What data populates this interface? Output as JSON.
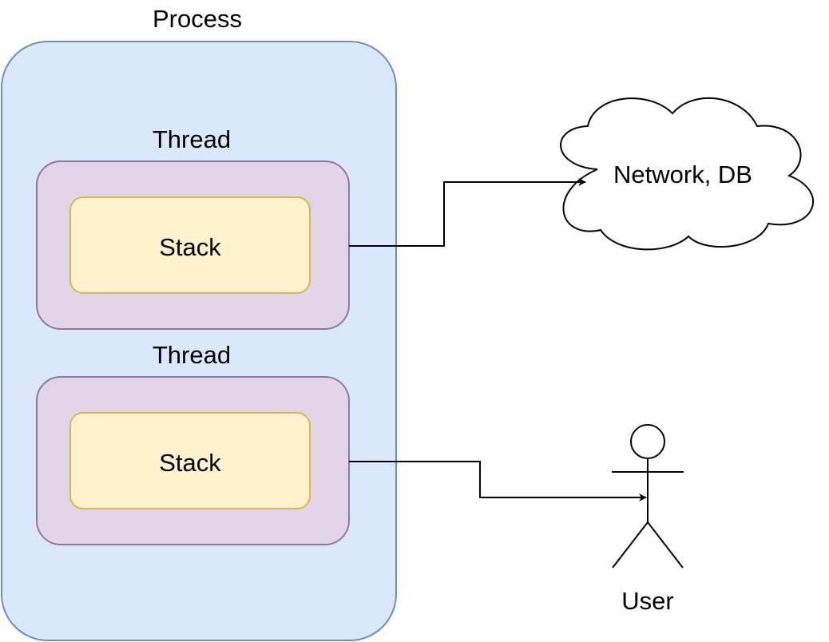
{
  "process": {
    "title": "Process",
    "fill": "#dae8fc",
    "stroke": "#6c8ebf"
  },
  "threads": [
    {
      "title": "Thread",
      "stack_label": "Stack"
    },
    {
      "title": "Thread",
      "stack_label": "Stack"
    }
  ],
  "thread_style": {
    "fill": "#e1d5e7",
    "stroke": "#9673a6"
  },
  "stack_style": {
    "fill": "#fff2cc",
    "stroke": "#d6b656"
  },
  "cloud": {
    "label": "Network, DB"
  },
  "actor": {
    "label": "User"
  },
  "connectors": [
    {
      "from": "thread-1",
      "to": "cloud"
    },
    {
      "from": "thread-2",
      "to": "actor"
    }
  ]
}
